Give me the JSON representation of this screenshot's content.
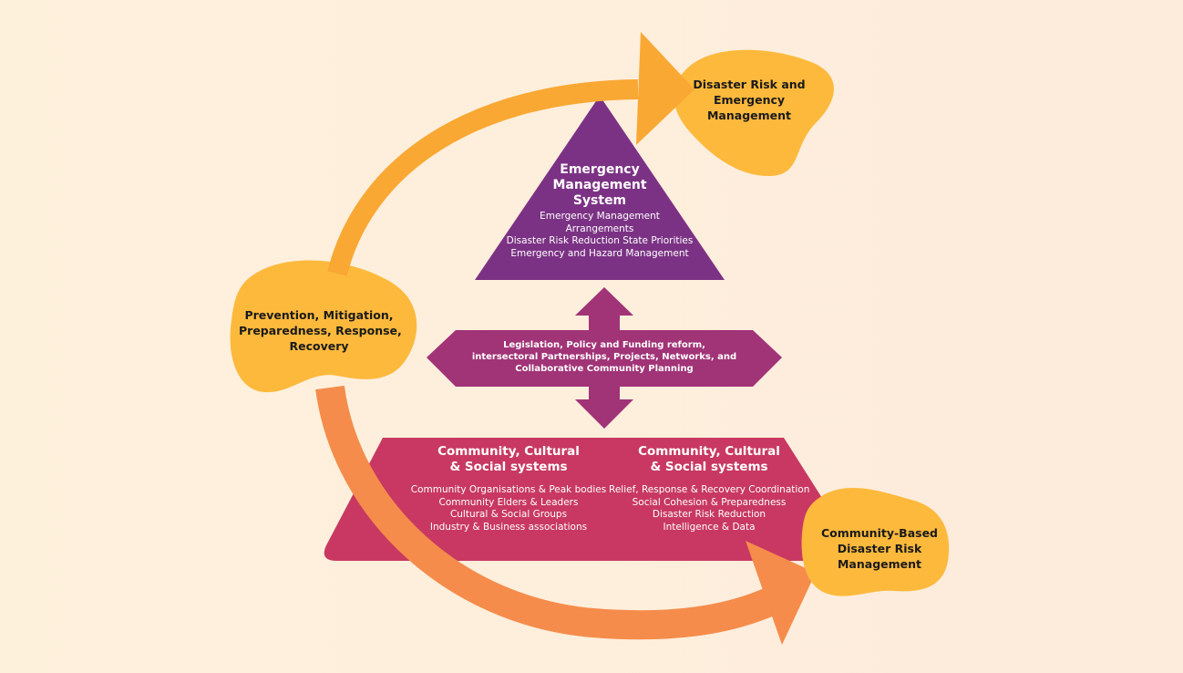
{
  "colors": {
    "background_left": "#FEF1DC",
    "background_right": "#FDEBDC",
    "triangle_purple": "#7B3284",
    "cross_arrow_magenta": "#A13377",
    "trapezoid_pink": "#C83862",
    "blob_yellow": "#FDB93C",
    "arrow_upper_orange": "#F9A833",
    "arrow_lower_orange": "#F58C4B"
  },
  "top_triangle": {
    "title_lines": [
      "Emergency",
      "Management",
      "System"
    ],
    "items": [
      "Emergency Management",
      "Arrangements",
      "Disaster Risk Reduction State Priorities",
      "Emergency and Hazard Management"
    ]
  },
  "cross_arrow": {
    "lines": [
      "Legislation, Policy and Funding reform,",
      "intersectoral Partnerships, Projects, Networks, and",
      "Collaborative Community Planning"
    ]
  },
  "bottom_trapezoid": {
    "left": {
      "title_lines": [
        "Community, Cultural",
        "& Social systems"
      ],
      "items": [
        "Community Organisations & Peak bodies",
        "Community Elders & Leaders",
        "Cultural & Social Groups",
        "Industry & Business associations"
      ]
    },
    "right": {
      "title_lines": [
        "Community, Cultural",
        "& Social systems"
      ],
      "items": [
        "Relief, Response & Recovery Coordination",
        "Social Cohesion & Preparedness",
        "Disaster Risk Reduction",
        "Intelligence & Data"
      ]
    }
  },
  "blobs": {
    "top_right": {
      "lines": [
        "Disaster Risk and",
        "Emergency",
        "Management"
      ]
    },
    "left": {
      "lines": [
        "Prevention, Mitigation,",
        "Preparedness, Response,",
        "Recovery"
      ]
    },
    "bottom_right": {
      "lines": [
        "Community-Based",
        "Disaster Risk",
        "Management"
      ]
    }
  }
}
